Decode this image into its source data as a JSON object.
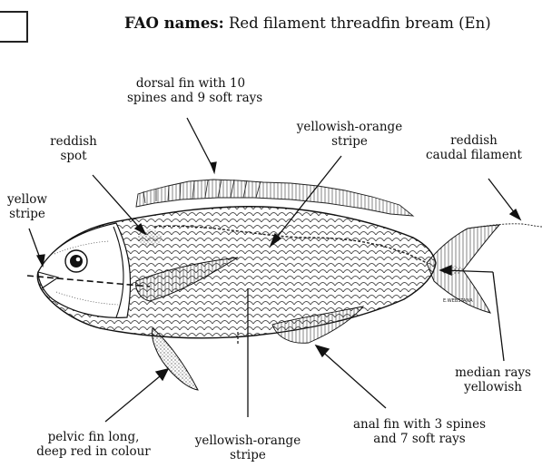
{
  "header": {
    "fao_label": "FAO names:",
    "fao_value": "Red filament threadfin bream (En)"
  },
  "annotations": {
    "dorsal_fin": [
      "dorsal fin with 10",
      "spines and 9 soft rays"
    ],
    "reddish_spot": [
      "reddish",
      "spot"
    ],
    "yellowish_orange_stripe_top": [
      "yellowish-orange",
      "stripe"
    ],
    "reddish_caudal_filament": [
      "reddish",
      "caudal filament"
    ],
    "yellow_stripe": [
      "yellow",
      "stripe"
    ],
    "median_rays": [
      "median rays",
      "yellowish"
    ],
    "pelvic_fin": [
      "pelvic fin long,",
      "deep red in colour"
    ],
    "yellowish_orange_stripe_bottom": [
      "yellowish-orange",
      "stripe"
    ],
    "anal_fin": [
      "anal fin with 3 spines",
      "and 7 soft rays"
    ]
  },
  "artist_signature": "E.WEBSTANA",
  "colors": {
    "ink": "#111111",
    "background": "#ffffff"
  }
}
